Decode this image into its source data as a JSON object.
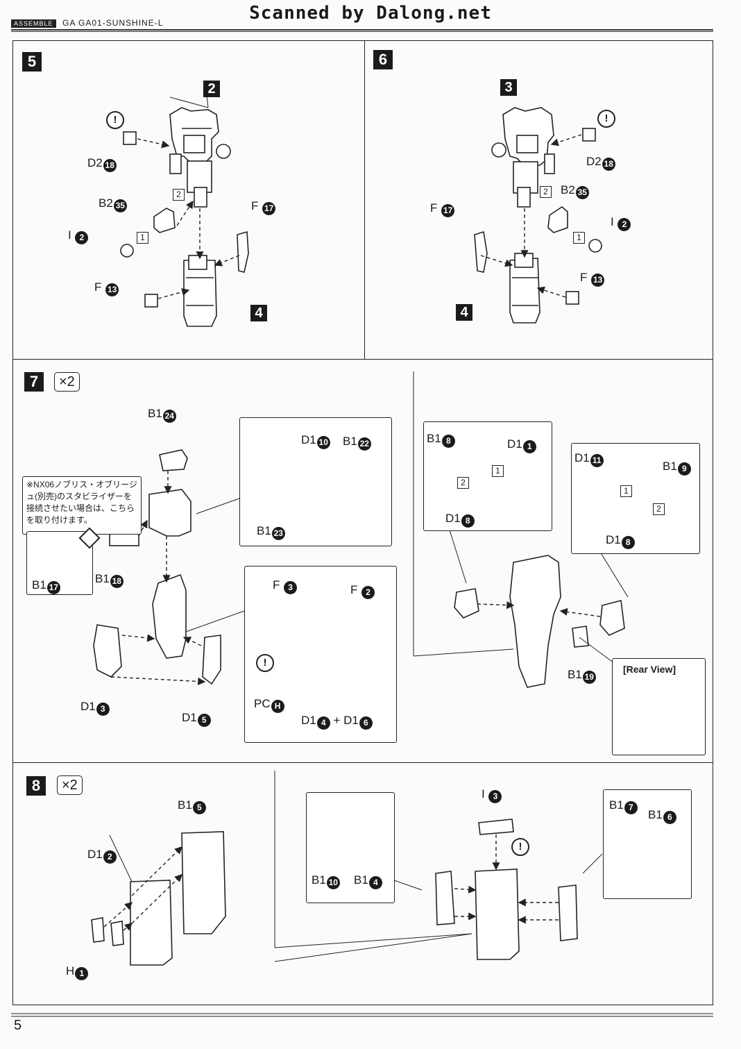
{
  "header": {
    "scan_credit": "Scanned by Dalong.net",
    "assemble_badge": "ASSEMBLE",
    "kit_title": "GA GA01-SUNSHINE-L"
  },
  "step5": {
    "number": "5",
    "part_tags": [
      "2",
      "4"
    ],
    "seq": [
      "2",
      "1"
    ],
    "labels": {
      "d2": "D2",
      "d2_n": "18",
      "b2": "B2",
      "b2_n": "35",
      "i": "I",
      "i_n": "2",
      "f_a": "F",
      "f_a_n": "17",
      "f_b": "F",
      "f_b_n": "13"
    }
  },
  "step6": {
    "number": "6",
    "part_tags": [
      "3",
      "4"
    ],
    "seq": [
      "2",
      "1"
    ],
    "labels": {
      "d2": "D2",
      "d2_n": "18",
      "b2": "B2",
      "b2_n": "35",
      "i": "I",
      "i_n": "2",
      "f_a": "F",
      "f_a_n": "17",
      "f_b": "F",
      "f_b_n": "13"
    }
  },
  "step7": {
    "number": "7",
    "multiplier": "×2",
    "note": "※NX06ノブリス・オブリージュ(別売)のスタビライザーを接続させたい場合は、こちらを取り付けます。",
    "labels": {
      "b1_24": "B1",
      "b1_24_n": "24",
      "d1_10": "D1",
      "d1_10_n": "10",
      "b1_22": "B1",
      "b1_22_n": "22",
      "b1_23": "B1",
      "b1_23_n": "23",
      "b1_17": "B1",
      "b1_17_n": "17",
      "b1_18": "B1",
      "b1_18_n": "18",
      "f3": "F",
      "f3_n": "3",
      "f2": "F",
      "f2_n": "2",
      "pc": "PC",
      "pc_n": "H",
      "d1_3": "D1",
      "d1_3_n": "3",
      "d1_5": "D1",
      "d1_5_n": "5",
      "d1_4": "D1",
      "d1_4_n": "4",
      "plus": "+",
      "d1_6": "D1",
      "d1_6_n": "6",
      "b1_8": "B1",
      "b1_8_n": "8",
      "d1_1": "D1",
      "d1_1_n": "1",
      "d1_8a": "D1",
      "d1_8a_n": "8",
      "d1_11": "D1",
      "d1_11_n": "11",
      "b1_9": "B1",
      "b1_9_n": "9",
      "d1_8b": "D1",
      "d1_8b_n": "8",
      "b1_19": "B1",
      "b1_19_n": "19"
    },
    "seq_left": [
      "2",
      "1"
    ],
    "seq_right": [
      "1",
      "2"
    ],
    "rear_view": "[Rear View]"
  },
  "step8": {
    "number": "8",
    "multiplier": "×2",
    "labels": {
      "b1_5": "B1",
      "b1_5_n": "5",
      "d1_2": "D1",
      "d1_2_n": "2",
      "h": "H",
      "h_n": "1",
      "i3": "I",
      "i3_n": "3",
      "b1_10": "B1",
      "b1_10_n": "10",
      "b1_4": "B1",
      "b1_4_n": "4",
      "b1_7": "B1",
      "b1_7_n": "7",
      "b1_6": "B1",
      "b1_6_n": "6"
    }
  },
  "footer": {
    "page_number": "5"
  },
  "icons": {
    "warning": "!"
  }
}
